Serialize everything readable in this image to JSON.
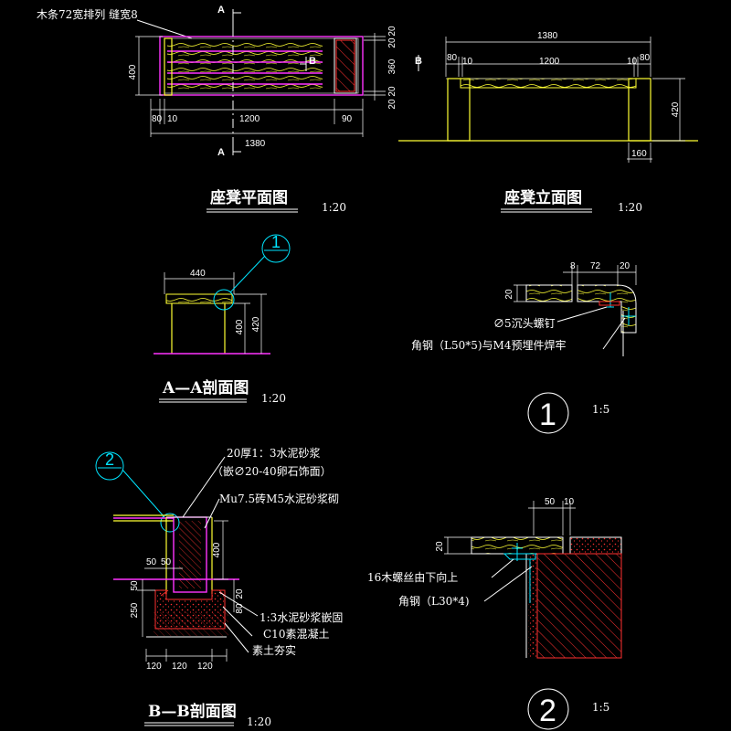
{
  "plan": {
    "note": "木条72宽排列  缝宽8",
    "cut_a_top": "A",
    "cut_a_bottom": "A",
    "cut_b": "B",
    "dims_right": [
      "20",
      "20",
      "360",
      "20",
      "20"
    ],
    "dim_height": "400",
    "dims_bottom": [
      "80",
      "10",
      "1200",
      "90"
    ],
    "dim_total": "1380",
    "title": "座凳平面图",
    "scale": "1:20"
  },
  "elevation": {
    "dim_total": "1380",
    "dims_top": [
      "80",
      "10",
      "1200",
      "10",
      "80"
    ],
    "cut_b": "B",
    "dim_height": "420",
    "dim_leg": "160",
    "title": "座凳立面图",
    "scale": "1:20"
  },
  "section_aa": {
    "dim_width": "440",
    "dim_h1": "400",
    "dim_h2": "420",
    "bubble": "1",
    "title": "A—A剖面图",
    "scale": "1:20"
  },
  "detail1": {
    "dims_top": [
      "8",
      "72",
      "20"
    ],
    "dim_thk": "20",
    "note1": "∅5沉头螺钉",
    "note2": "角钢（L50*5)与M4预埋件焊牢",
    "symbol": "1",
    "scale": "1:5"
  },
  "section_bb": {
    "bubble": "2",
    "note1": "20厚1：3水泥砂浆",
    "note2": "（嵌∅20-40卵石饰面）",
    "note3": "Mu7.5砖M5水泥砂浆砌",
    "note4": "1:3水泥砂浆嵌固",
    "note5": "C10素混凝土",
    "note6": "素土夯实",
    "dim_h": "400",
    "dims_left": [
      "50",
      "50"
    ],
    "dim_found1": "50",
    "dim_found2": "250",
    "dims_right": [
      "20",
      "80"
    ],
    "dims_bottom": [
      "120",
      "120",
      "120"
    ],
    "title": "B—B剖面图",
    "scale": "1:20"
  },
  "detail2": {
    "dims_top": [
      "50",
      "10"
    ],
    "dim_thk": "20",
    "note1": "16木螺丝由下向上",
    "note2": "角钢（L30*4)",
    "symbol": "2",
    "scale": "1:5"
  }
}
